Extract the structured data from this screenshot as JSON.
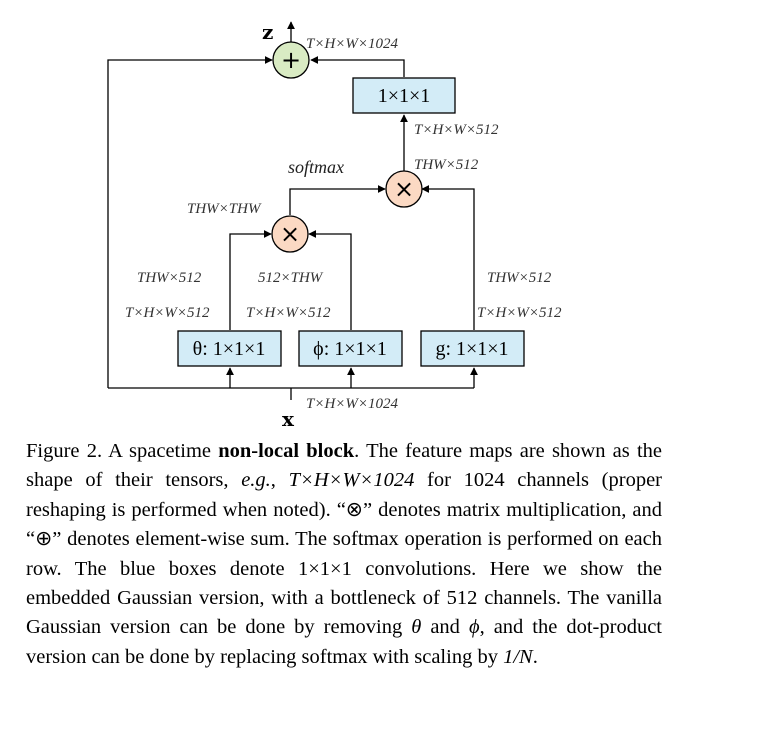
{
  "diagram": {
    "output_label": "z",
    "input_label": "x",
    "sum_symbol": "+",
    "mul_symbol": "×",
    "top_conv": "1×1×1",
    "theta_conv": "θ: 1×1×1",
    "phi_conv": "ϕ: 1×1×1",
    "g_conv": "g: 1×1×1",
    "softmax": "softmax",
    "labels": {
      "top_out": "T×H×W×1024",
      "after_mul2": "T×H×W×512",
      "mul2_out": "THW×512",
      "attn": "THW×THW",
      "theta_reshaped": "THW×512",
      "phi_reshaped": "512×THW",
      "g_reshaped": "THW×512",
      "theta_out": "T×H×W×512",
      "phi_out": "T×H×W×512",
      "g_out": "T×H×W×512",
      "input_shape": "T×H×W×1024"
    }
  },
  "caption": {
    "prefix": "Figure 2. A spacetime ",
    "bold": "non-local block",
    "p1": ". The feature maps are shown as the shape of their tensors, ",
    "eg": "e.g.",
    "p2": ", ",
    "shape": "T×H×W×1024",
    "p3": " for 1024 channels (proper reshaping is performed when noted). “⊗” denotes matrix multiplication, and “⊕” denotes element-wise sum. The softmax operation is performed on each row. The blue boxes denote ",
    "conv": "1×1×1",
    "p4": " convolutions. Here we show the embedded Gaussian version, with a bottleneck of 512 channels. The vanilla Gaussian version can be done by removing ",
    "theta": "θ",
    "p5": " and ",
    "phi": "ϕ",
    "p6": ", and the dot-product version can be done by replacing softmax with scaling by ",
    "scale": "1/N",
    "p7": "."
  }
}
